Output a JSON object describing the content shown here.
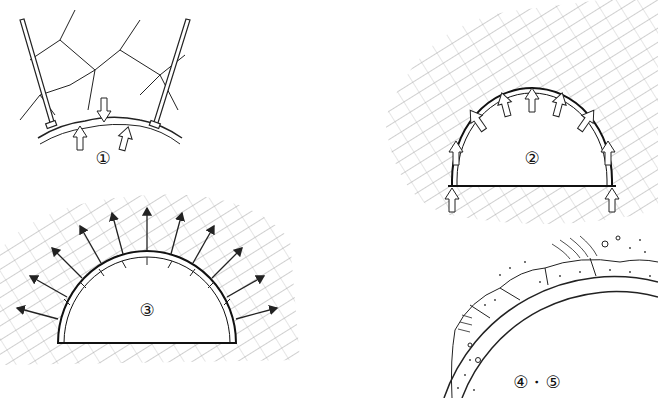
{
  "diagram": {
    "labels": [
      "①",
      "②",
      "③",
      "④・⑤"
    ]
  }
}
